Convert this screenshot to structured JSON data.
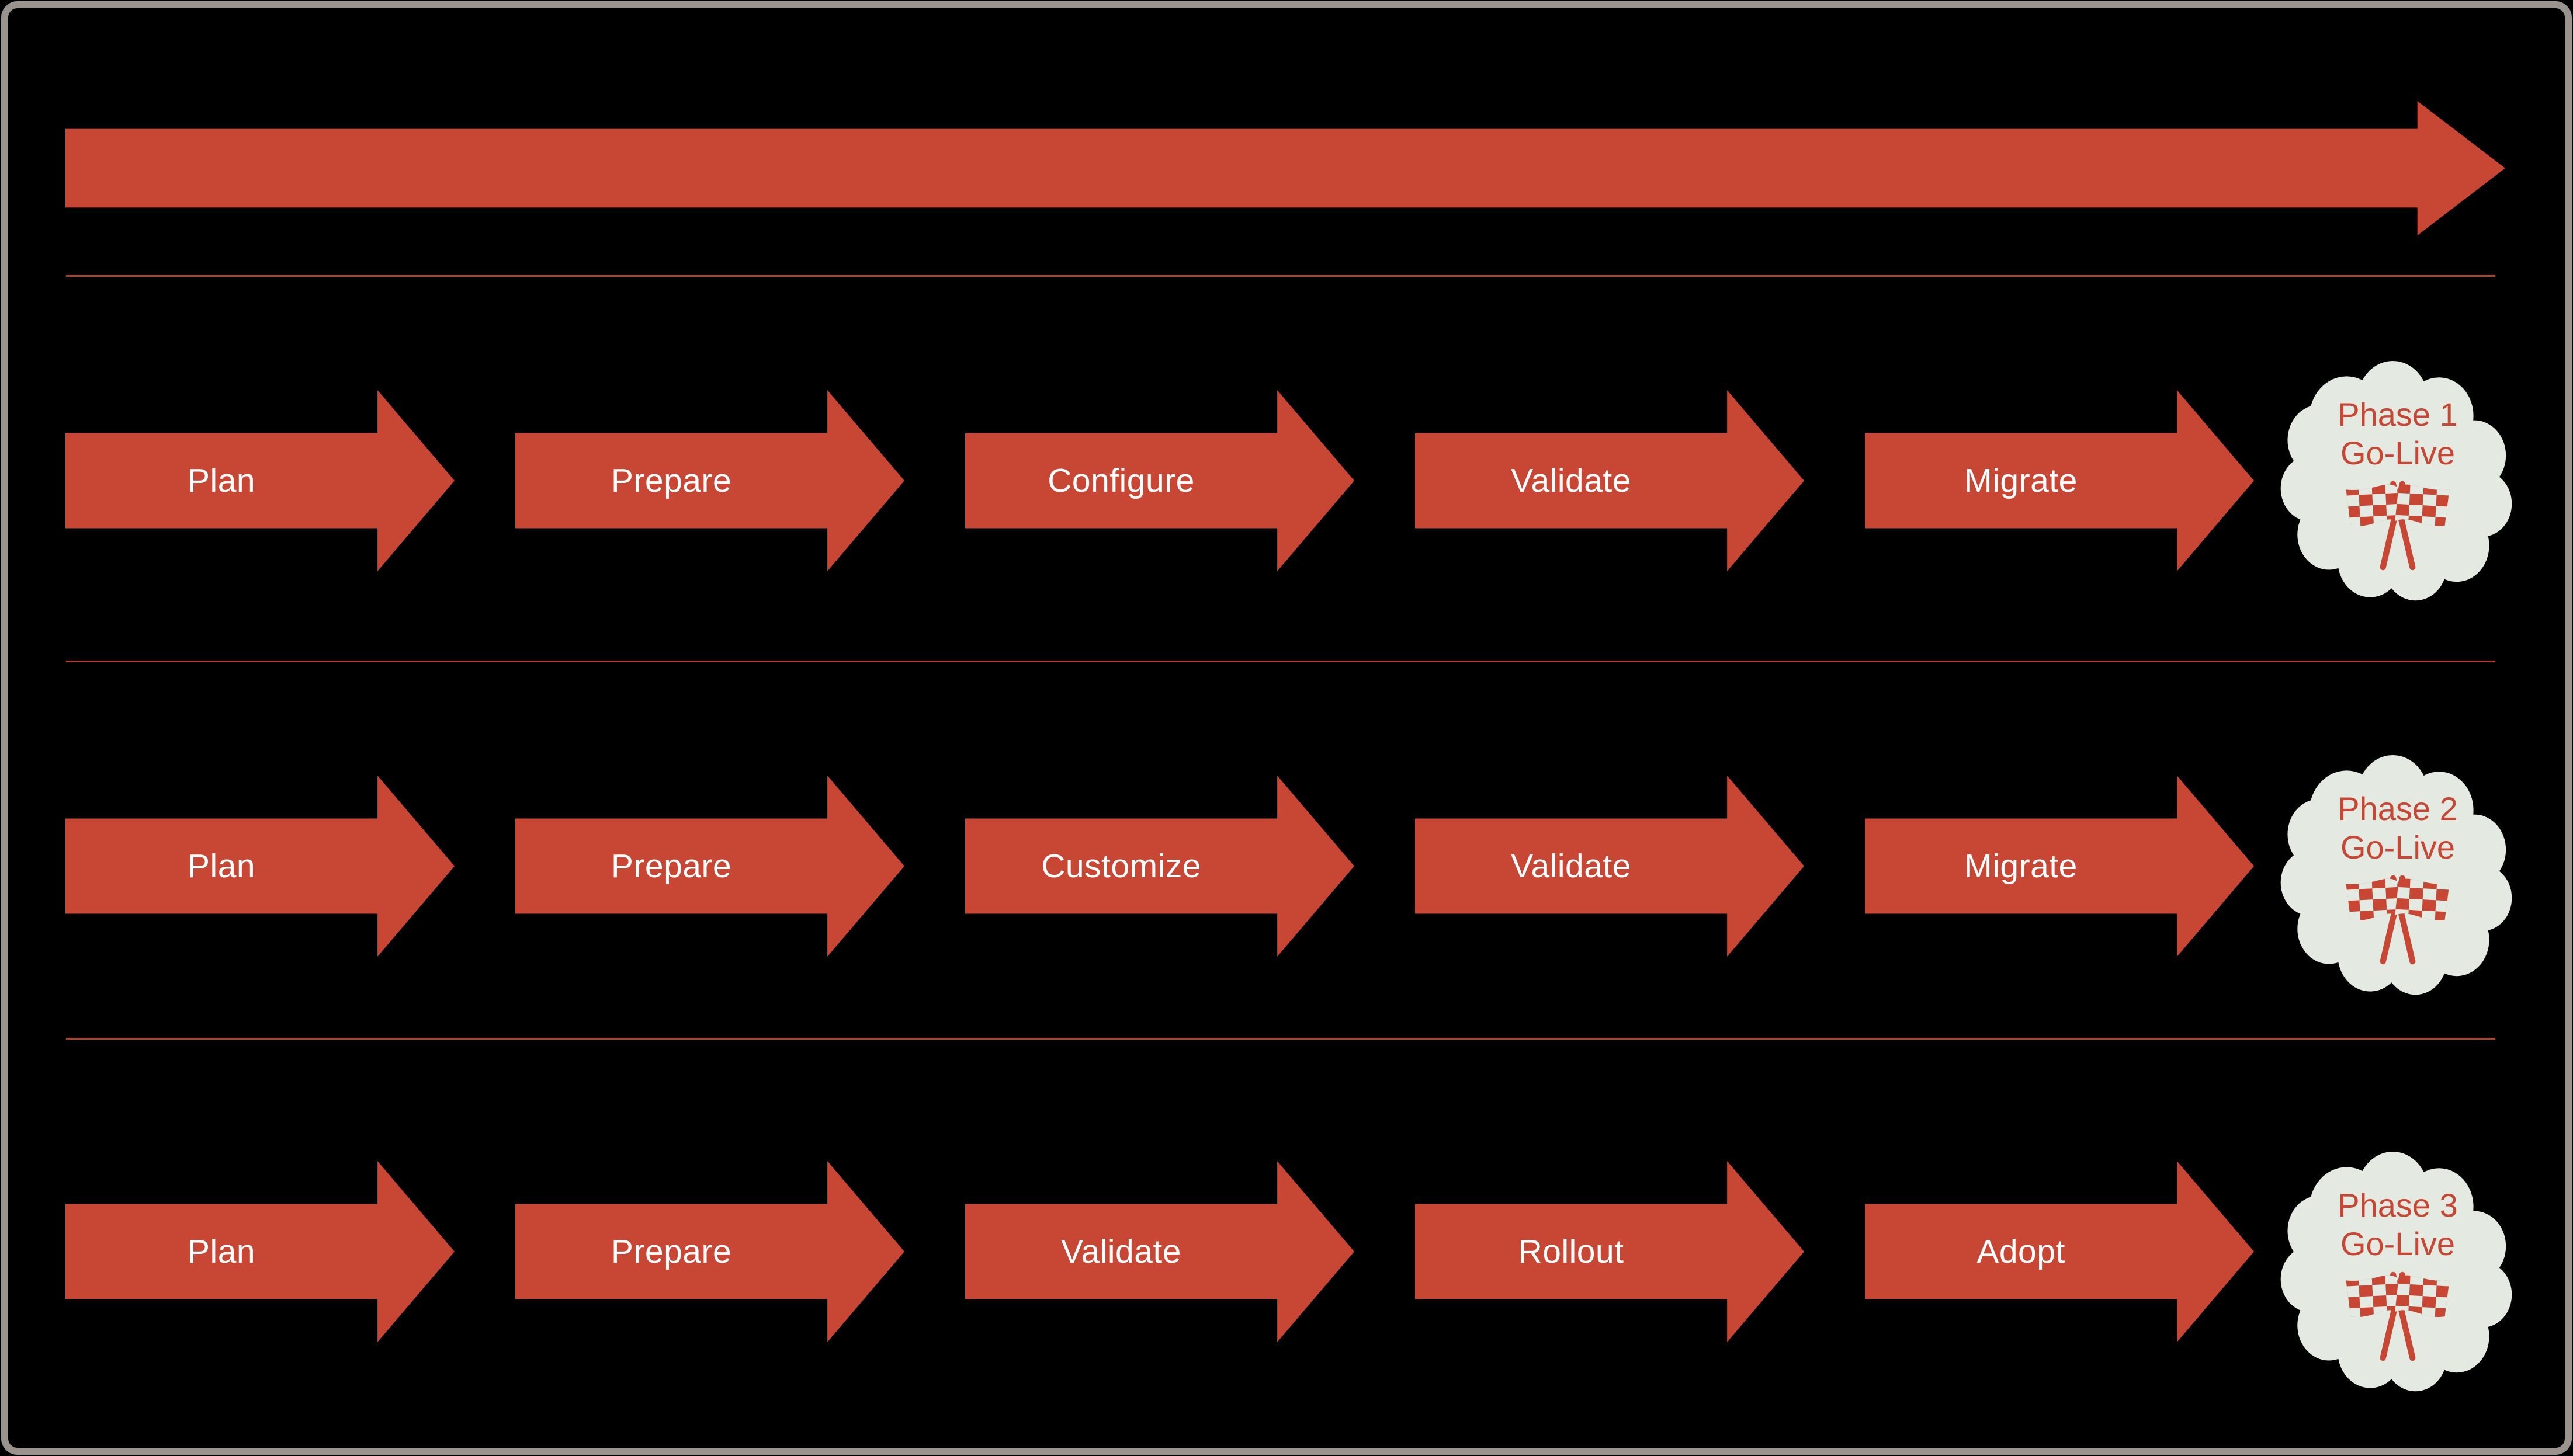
{
  "colors": {
    "background": "#000000",
    "frame_gray": "#9B948E",
    "arrow_red": "#C74634",
    "separator_red": "#A9422E",
    "accent_red": "#C74634",
    "cloud_fill": "#E4EAE1",
    "step_text": "#FFFFFF"
  },
  "rows": [
    {
      "steps": [
        "Plan",
        "Prepare",
        "Configure",
        "Validate",
        "Migrate"
      ],
      "go_live": {
        "line1": "Phase 1",
        "line2": "Go-Live"
      }
    },
    {
      "steps": [
        "Plan",
        "Prepare",
        "Customize",
        "Validate",
        "Migrate"
      ],
      "go_live": {
        "line1": "Phase 2",
        "line2": "Go-Live"
      }
    },
    {
      "steps": [
        "Plan",
        "Prepare",
        "Validate",
        "Rollout",
        "Adopt"
      ],
      "go_live": {
        "line1": "Phase 3",
        "line2": "Go-Live"
      }
    }
  ]
}
